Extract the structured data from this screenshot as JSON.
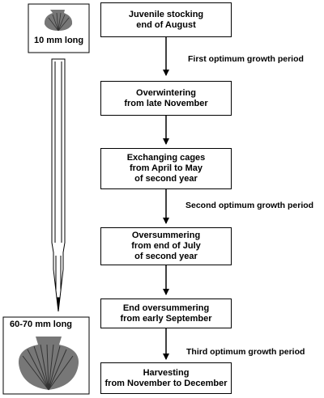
{
  "steps": [
    {
      "lines": [
        "Juvenile stocking",
        "end of August"
      ]
    },
    {
      "lines": [
        "Overwintering",
        "from late November"
      ]
    },
    {
      "lines": [
        "Exchanging cages",
        "from April to May",
        "of second year"
      ]
    },
    {
      "lines": [
        "Oversummering",
        "from end of July",
        "of second year"
      ]
    },
    {
      "lines": [
        "End oversummering",
        "from early September"
      ]
    },
    {
      "lines": [
        "Harvesting",
        "from November to December"
      ]
    }
  ],
  "periods": [
    "First optimum growth period",
    "Second optimum growth period",
    "Third optimum growth period"
  ],
  "shells": {
    "small_label": "10 mm long",
    "large_label": "60-70 mm long"
  },
  "colors": {
    "line": "#000000",
    "shell_fill": "#777777",
    "shell_rib": "#333333"
  }
}
